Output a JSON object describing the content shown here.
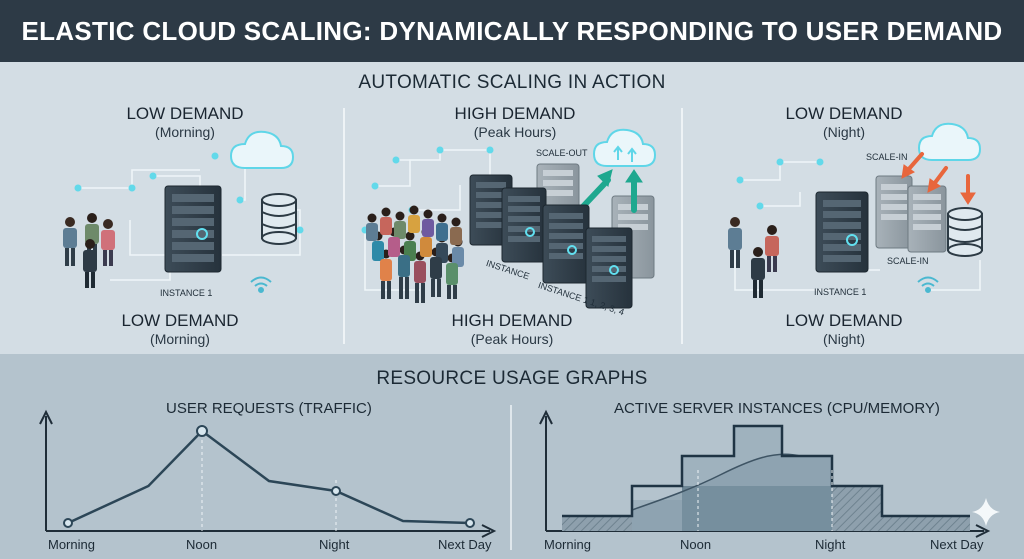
{
  "header": {
    "title": "ELASTIC CLOUD SCALING: DYNAMICALLY RESPONDING TO USER DEMAND"
  },
  "top_section": {
    "title": "AUTOMATIC SCALING IN ACTION",
    "panels": [
      {
        "top_label": "LOW DEMAND",
        "top_sub": "(Morning)",
        "bottom_label": "LOW DEMAND",
        "bottom_sub": "(Morning)",
        "instance_tag": "INSTANCE 1"
      },
      {
        "top_label": "HIGH DEMAND",
        "top_sub": "(Peak Hours)",
        "bottom_label": "HIGH DEMAND",
        "bottom_sub": "(Peak Hours)",
        "instance_tag": "INSTANCE",
        "instance_tag_2": "INSTANCE 1 1, 2, 3, 4",
        "scale_tag": "SCALE-OUT"
      },
      {
        "top_label": "LOW DEMAND",
        "top_sub": "(Night)",
        "bottom_label": "LOW DEMAND",
        "bottom_sub": "(Night)",
        "instance_tag": "INSTANCE 1",
        "scale_tag": "SCALE-IN",
        "scale_tag_2": "SCALE-IN"
      }
    ]
  },
  "bottom_section": {
    "title": "RESOURCE USAGE GRAPHS",
    "graphs": [
      {
        "title": "USER REQUESTS (TRAFFIC)",
        "x_labels": [
          "Morning",
          "Noon",
          "Night",
          "Next Day"
        ]
      },
      {
        "title": "ACTIVE SERVER INSTANCES (CPU/MEMORY)",
        "x_labels": [
          "Morning",
          "Noon",
          "Night",
          "Next Day"
        ]
      }
    ]
  },
  "colors": {
    "title_bar": "#2d3a46",
    "accent_glow": "#5fd6e8",
    "scale_in_arrow": "#e8663c",
    "line": "#2c4657"
  },
  "chart_data": [
    {
      "type": "line",
      "title": "USER REQUESTS (TRAFFIC)",
      "categories": [
        "Morning",
        "Noon",
        "Night",
        "Next Day"
      ],
      "x": [
        0,
        0.6,
        1,
        1.5,
        2,
        2.5,
        3
      ],
      "values": [
        0.08,
        0.45,
        1.0,
        0.5,
        0.4,
        0.1,
        0.08
      ],
      "xlabel": "",
      "ylabel": "",
      "ylim": [
        0,
        1.2
      ],
      "grid": false
    },
    {
      "type": "area",
      "title": "ACTIVE SERVER INSTANCES (CPU/MEMORY)",
      "categories": [
        "Morning",
        "Noon",
        "Night",
        "Next Day"
      ],
      "instances_step": [
        1,
        1,
        1,
        2,
        3,
        4,
        3,
        2,
        1,
        1
      ],
      "step_x": [
        0,
        0.33,
        0.66,
        1.0,
        1.33,
        1.66,
        2.0,
        2.33,
        2.66,
        3.0
      ],
      "usage_curve": [
        0.4,
        0.5,
        0.8,
        1.4,
        1.9,
        2.4,
        2.7,
        2.5,
        1.5,
        0.6
      ],
      "ylim": [
        0,
        5
      ],
      "grid": false
    }
  ]
}
